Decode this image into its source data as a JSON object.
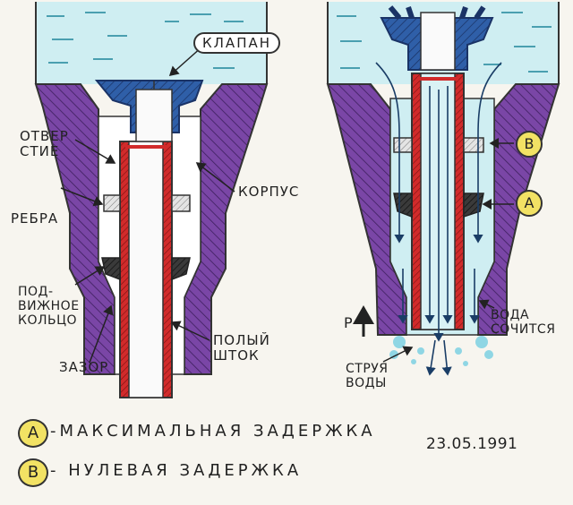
{
  "labels": {
    "valve": "КЛАПАН",
    "hole": [
      "ОТВЕР",
      "СТИЕ"
    ],
    "ribs": "РЕБРА",
    "body": "КОРПУС",
    "moving_ring": [
      "ПОД-",
      "ВИЖНОЕ",
      "КОЛЬЦО"
    ],
    "hollow_rod": [
      "ПОЛЫЙ",
      "ШТОК"
    ],
    "gap": "ЗАЗОР",
    "pressure": "P",
    "water_seeps": [
      "ВОДА",
      "СОЧИТСЯ"
    ],
    "water_jet": [
      "СТРУЯ",
      "ВОДЫ"
    ],
    "marker_a": "A",
    "marker_b": "B"
  },
  "legend": [
    {
      "marker": "A",
      "text": "-МАКСИМАЛЬНАЯ ЗАДЕРЖКА"
    },
    {
      "marker": "B",
      "text": "- НУЛЕВАЯ ЗАДЕРЖКА"
    }
  ],
  "date": "23.05.1991",
  "colors": {
    "water": "#cfeef2",
    "water_dash": "#4a9fb0",
    "valve": "#2f5fa8",
    "housing": "#7a46a6",
    "rod": "#d12b2b",
    "badge": "#f2e264"
  }
}
